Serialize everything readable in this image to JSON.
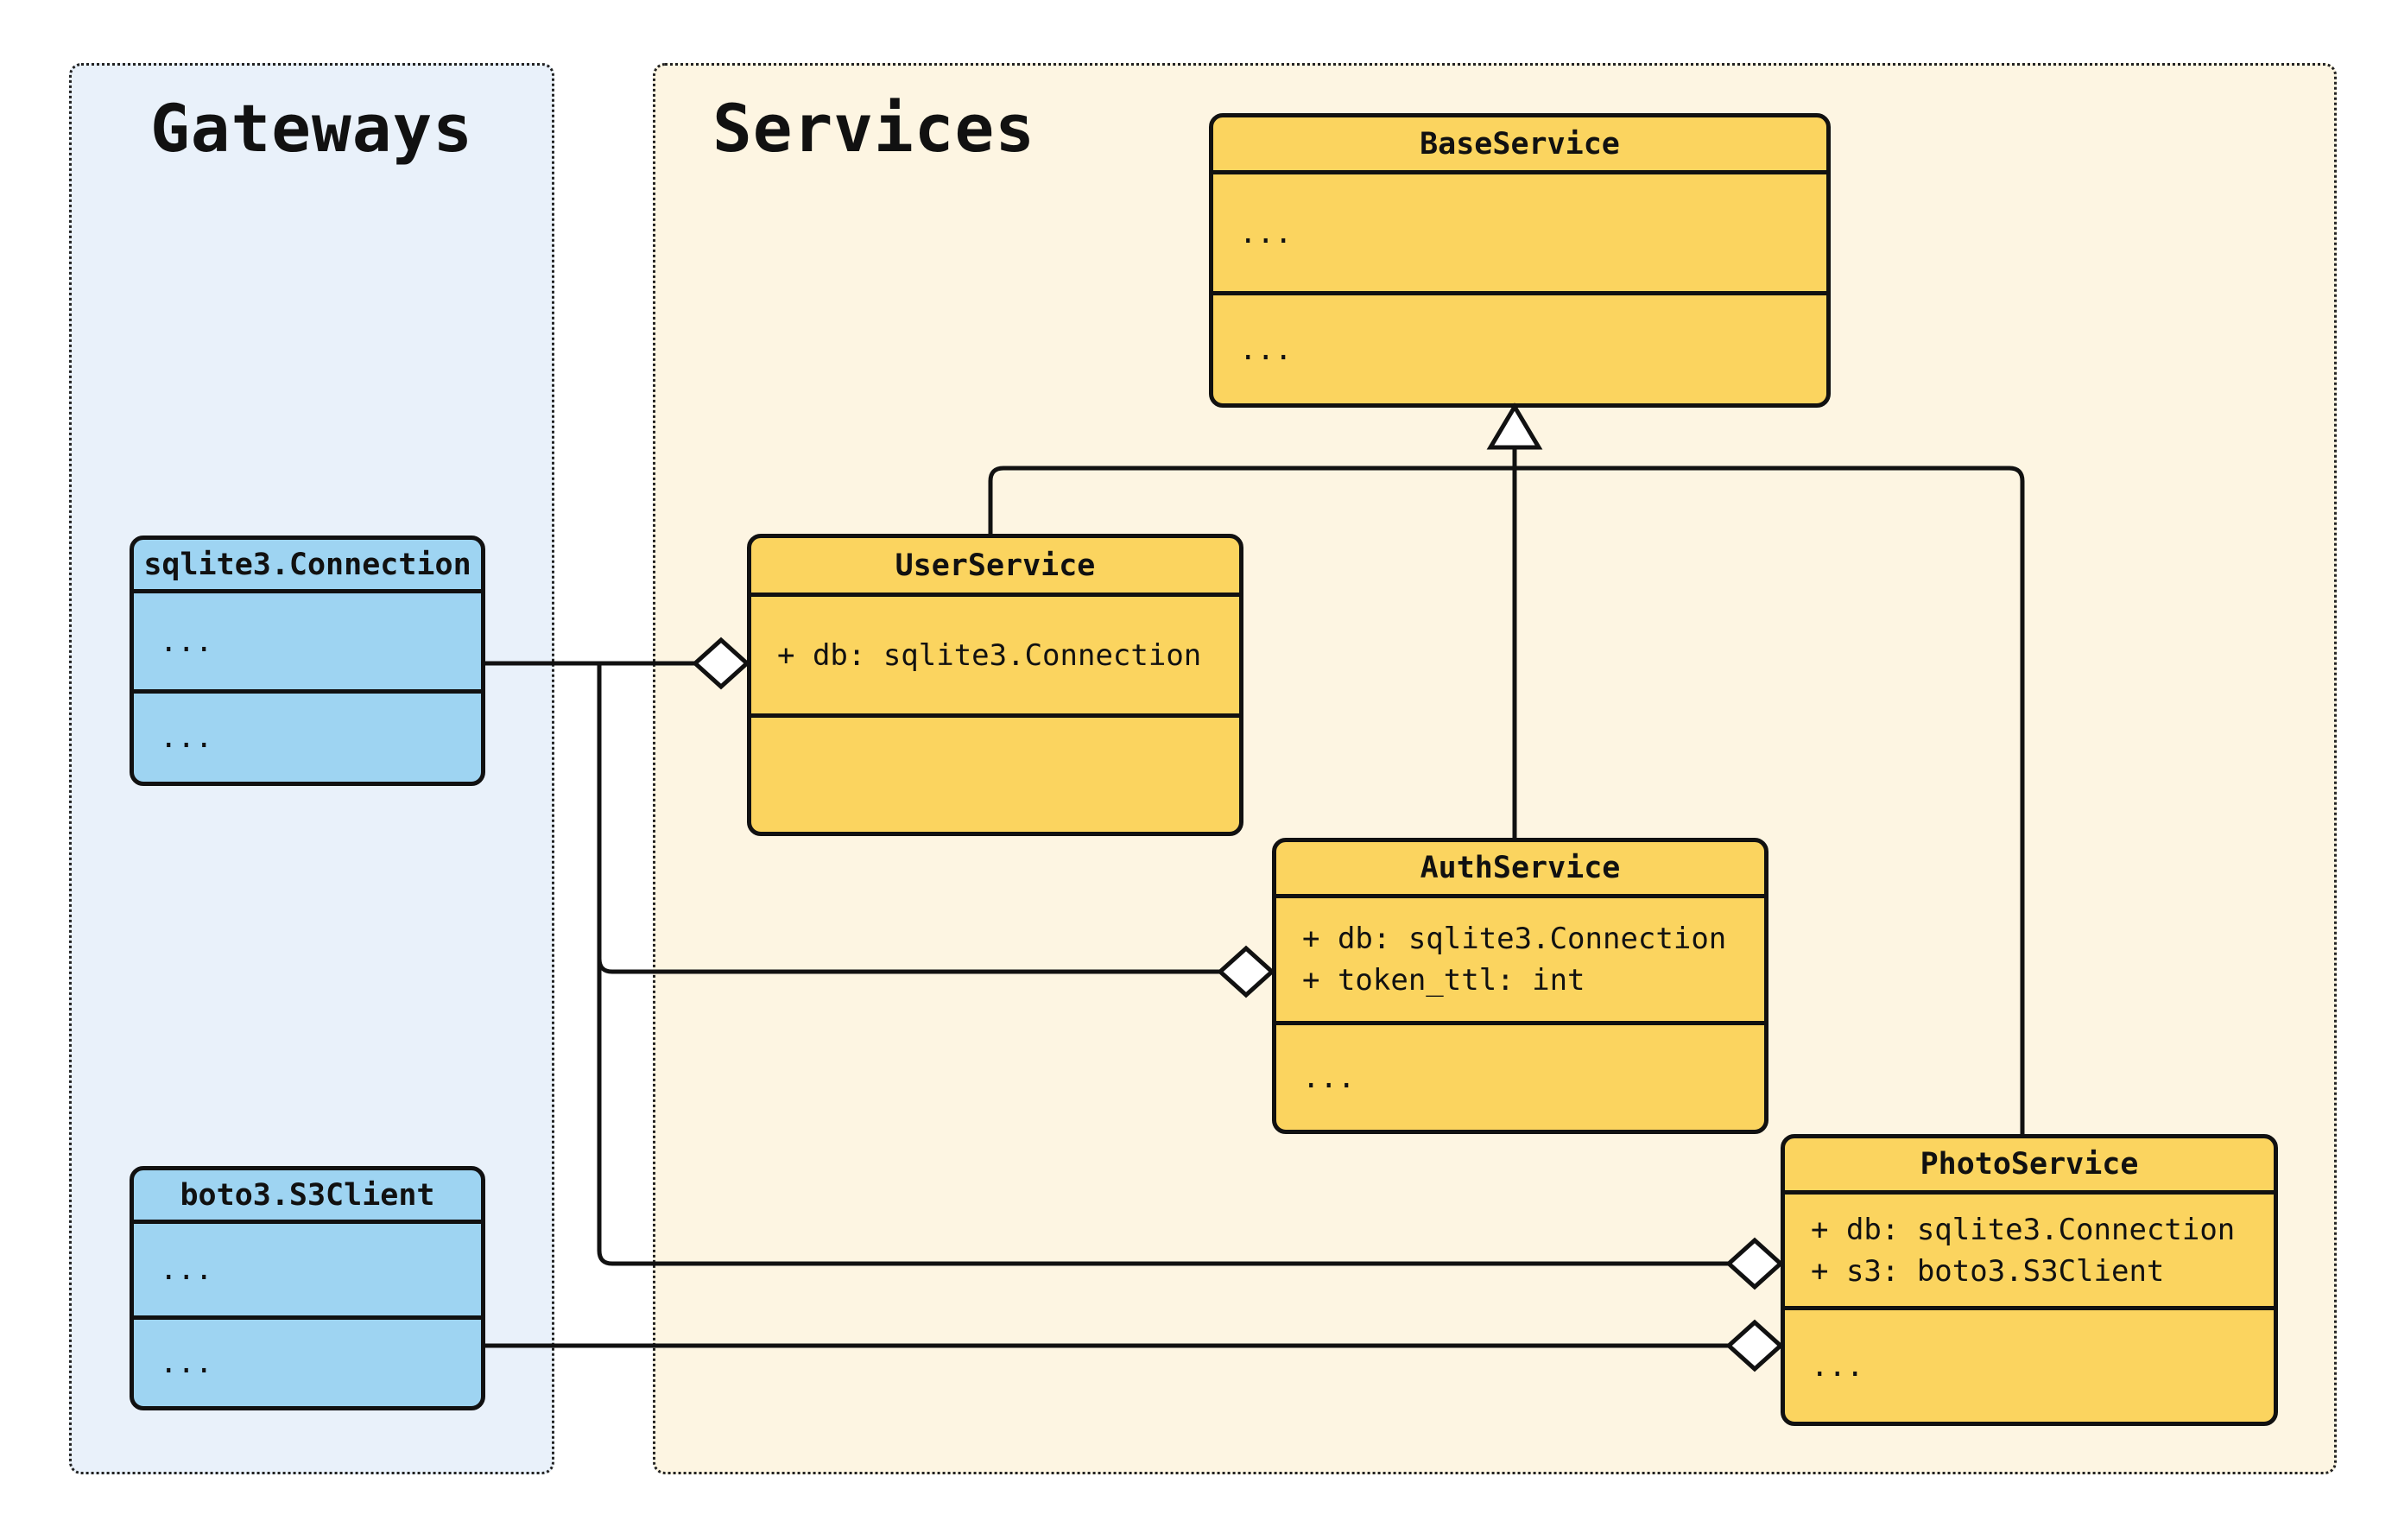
{
  "groups": {
    "gateways": {
      "title": "Gateways"
    },
    "services": {
      "title": "Services"
    }
  },
  "classes": {
    "base_service": {
      "title": "BaseService",
      "attributes": [
        "..."
      ],
      "methods": [
        "..."
      ]
    },
    "user_service": {
      "title": "UserService",
      "attributes": [
        "+ db: sqlite3.Connection"
      ],
      "methods": []
    },
    "auth_service": {
      "title": "AuthService",
      "attributes": [
        "+ db: sqlite3.Connection",
        "+ token_ttl: int"
      ],
      "methods": [
        "..."
      ]
    },
    "photo_service": {
      "title": "PhotoService",
      "attributes": [
        "+ db: sqlite3.Connection",
        "+ s3: boto3.S3Client"
      ],
      "methods": [
        "..."
      ]
    },
    "sqlite_connection": {
      "title": "sqlite3.Connection",
      "attributes": [
        "..."
      ],
      "methods": [
        "..."
      ]
    },
    "boto3_s3client": {
      "title": "boto3.S3Client",
      "attributes": [
        "..."
      ],
      "methods": [
        "..."
      ]
    }
  },
  "relations": [
    {
      "type": "inheritance",
      "from": "UserService",
      "to": "BaseService"
    },
    {
      "type": "inheritance",
      "from": "AuthService",
      "to": "BaseService"
    },
    {
      "type": "inheritance",
      "from": "PhotoService",
      "to": "BaseService"
    },
    {
      "type": "aggregation",
      "from": "sqlite3.Connection",
      "to": "UserService"
    },
    {
      "type": "aggregation",
      "from": "sqlite3.Connection",
      "to": "AuthService"
    },
    {
      "type": "aggregation",
      "from": "sqlite3.Connection",
      "to": "PhotoService"
    },
    {
      "type": "aggregation",
      "from": "boto3.S3Client",
      "to": "PhotoService"
    }
  ],
  "colors": {
    "class_yellow": "#FBD45F",
    "class_blue": "#9ED4F2",
    "panel_blue": "#E9F1FA",
    "panel_cream": "#FDF5E2",
    "line": "#111111",
    "canvas_bg": "#FFFFFF"
  }
}
